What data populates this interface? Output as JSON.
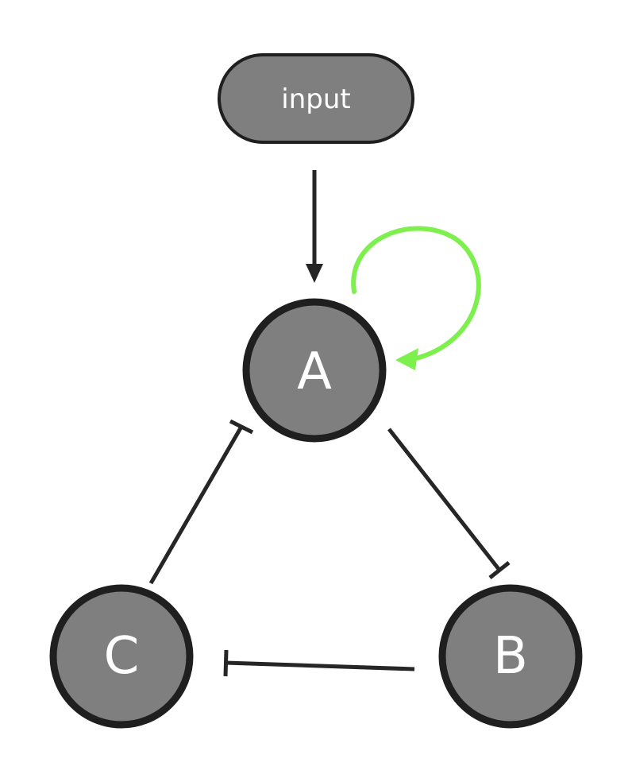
{
  "diagram": {
    "nodes": {
      "input": {
        "label": "input"
      },
      "a": {
        "label": "A"
      },
      "b": {
        "label": "B"
      },
      "c": {
        "label": "C"
      }
    },
    "edges": [
      {
        "from": "input",
        "to": "A",
        "type": "activation"
      },
      {
        "from": "A",
        "to": "A",
        "type": "self-activation"
      },
      {
        "from": "A",
        "to": "B",
        "type": "inhibition"
      },
      {
        "from": "B",
        "to": "C",
        "type": "inhibition"
      },
      {
        "from": "C",
        "to": "A",
        "type": "inhibition"
      }
    ],
    "colors": {
      "node_fill": "#7f7f7f",
      "node_stroke": "#1f1f1f",
      "edge": "#262626",
      "self_loop": "#7ef04e",
      "label": "#ffffff"
    }
  }
}
